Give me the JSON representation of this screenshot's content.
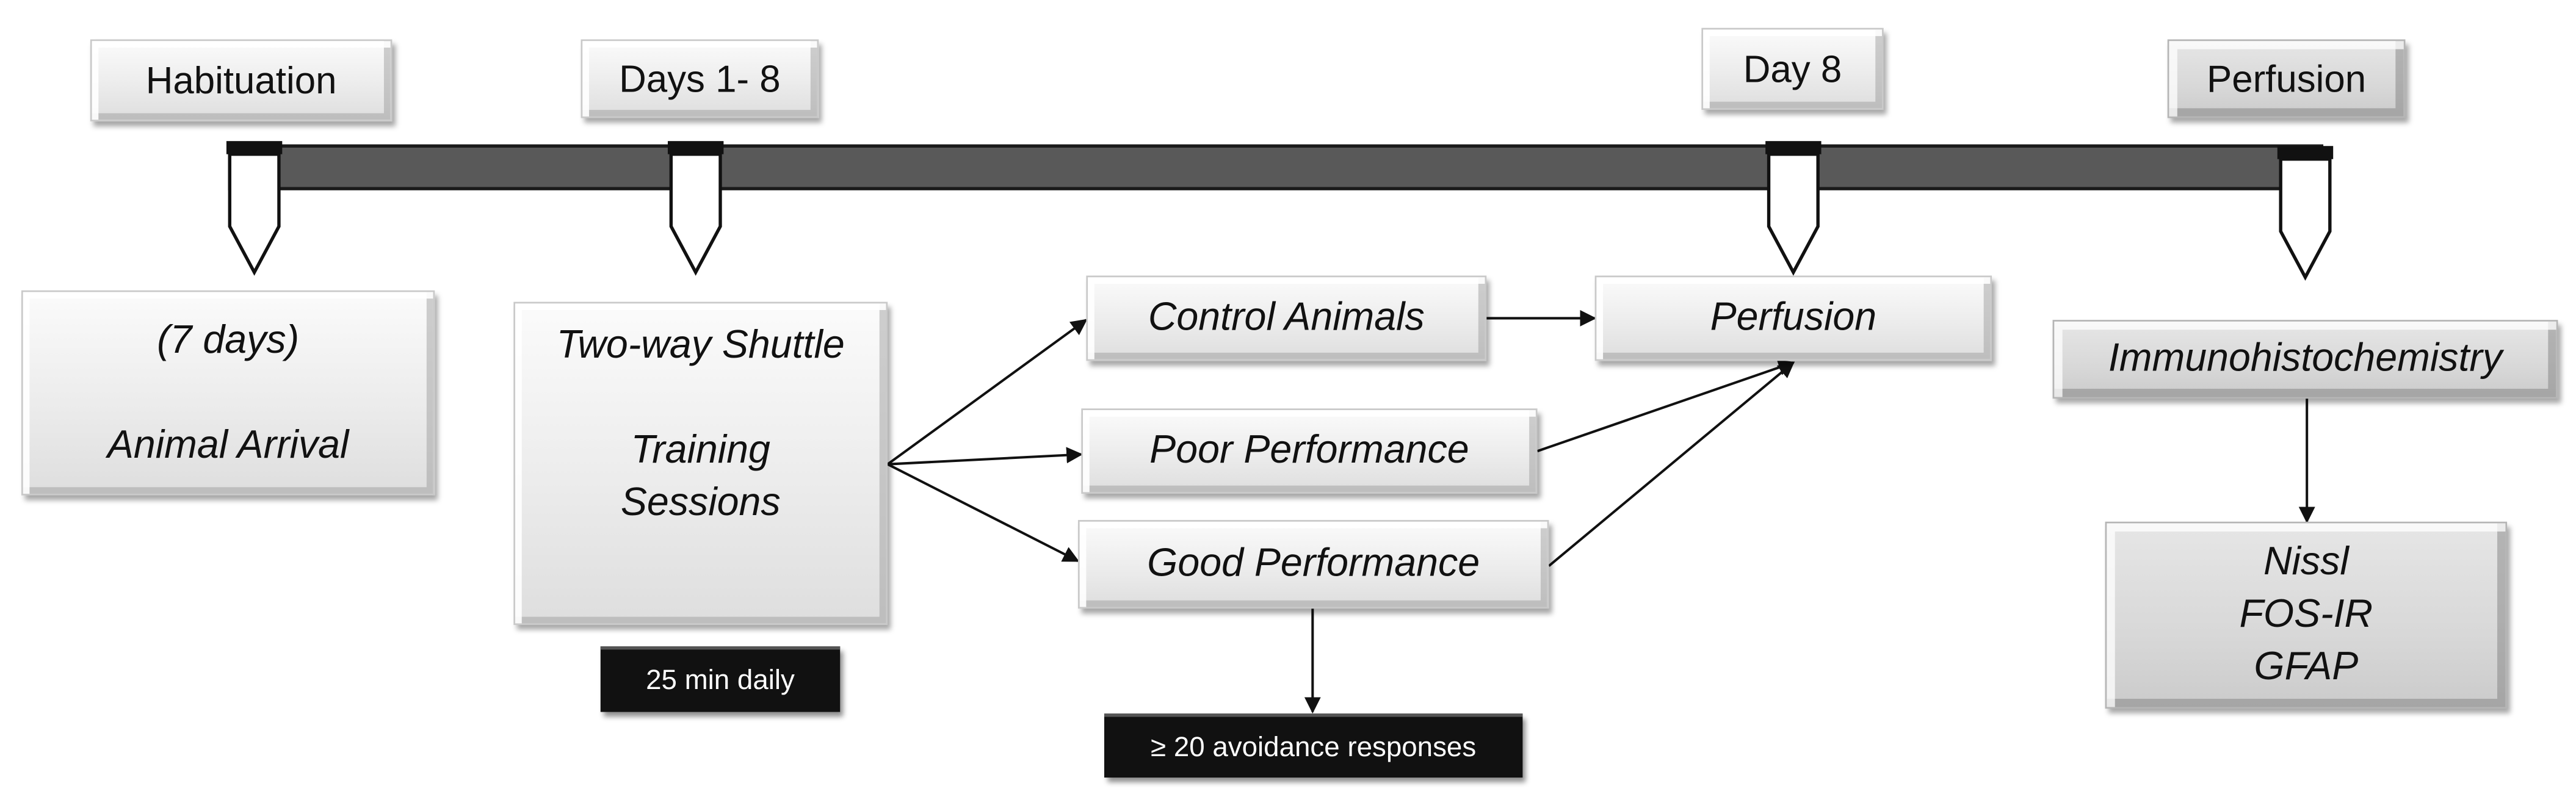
{
  "timeline_labels": {
    "habituation": "Habituation",
    "days": "Days 1- 8",
    "day8": "Day 8",
    "perfusion": "Perfusion"
  },
  "arrival_box": {
    "line1": "(7 days)",
    "line2": "Animal Arrival"
  },
  "training_box": {
    "line1": "Two-way Shuttle",
    "line2": "Training",
    "line3": "Sessions"
  },
  "duration_note": "25 min daily",
  "groups": {
    "control": "Control Animals",
    "poor": "Poor Performance",
    "good": "Good Performance"
  },
  "criterion_note": "≥ 20 avoidance responses",
  "perfusion_box": "Perfusion",
  "ihc_box": "Immunohistochemistry",
  "stains": [
    "Nissl",
    "FOS-IR",
    "GFAP"
  ],
  "colors": {
    "timeline_bar": "#595959",
    "marker_cap": "#111111",
    "note_box": "#111111"
  }
}
